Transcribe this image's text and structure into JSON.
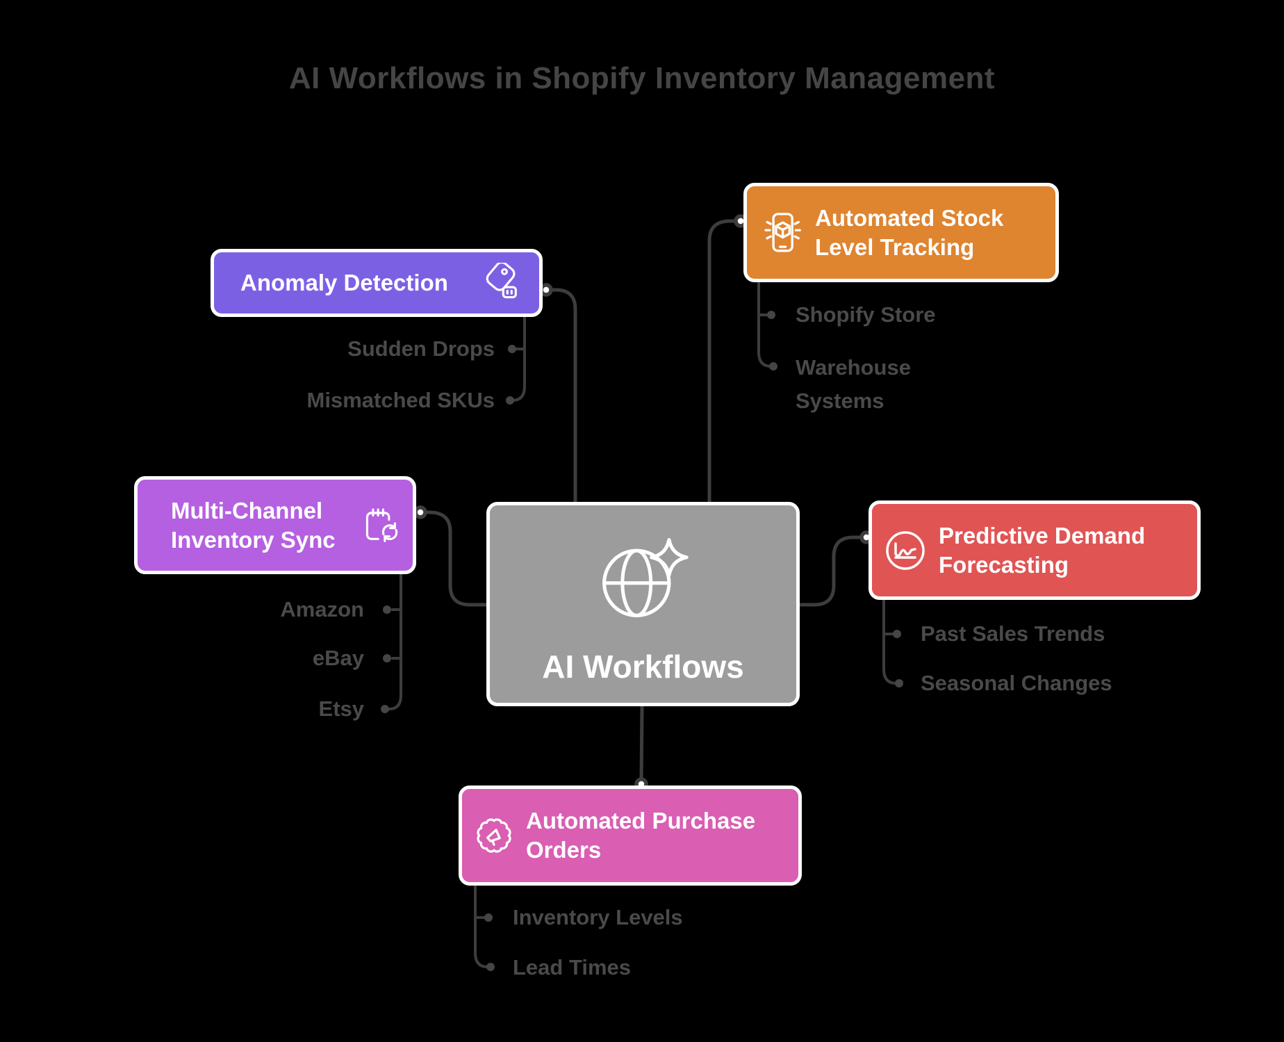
{
  "title": "AI Workflows in Shopify Inventory Management",
  "palette": {
    "background": "#000000",
    "connector_line": "#3d3d3d",
    "leaf_text": "#4a4a4a",
    "title_text": "#454545",
    "node_text": "#ffffff",
    "node_border": "#ffffff"
  },
  "center_node": {
    "label": "AI Workflows",
    "icon": "globe-sparkle-icon",
    "color": "#9c9c9c"
  },
  "branches": [
    {
      "label": "Anomaly Detection",
      "icon": "price-tag-robot-icon",
      "color": "#7c60e4",
      "children": [
        "Sudden Drops",
        "Mismatched SKUs"
      ]
    },
    {
      "label": "Automated Stock Level Tracking",
      "icon": "phone-package-icon",
      "color": "#df842f",
      "children": [
        "Shopify Store",
        "Warehouse Systems"
      ]
    },
    {
      "label": "Multi-Channel Inventory Sync",
      "icon": "notepad-sync-icon",
      "color": "#b560e0",
      "children": [
        "Amazon",
        "eBay",
        "Etsy"
      ]
    },
    {
      "label": "Predictive Demand Forecasting",
      "icon": "line-chart-circle-icon",
      "color": "#e05454",
      "children": [
        "Past Sales Trends",
        "Seasonal Changes"
      ]
    },
    {
      "label": "Automated Purchase Orders",
      "icon": "gear-megaphone-icon",
      "color": "#da5eb2",
      "children": [
        "Inventory Levels",
        "Lead Times"
      ]
    }
  ]
}
